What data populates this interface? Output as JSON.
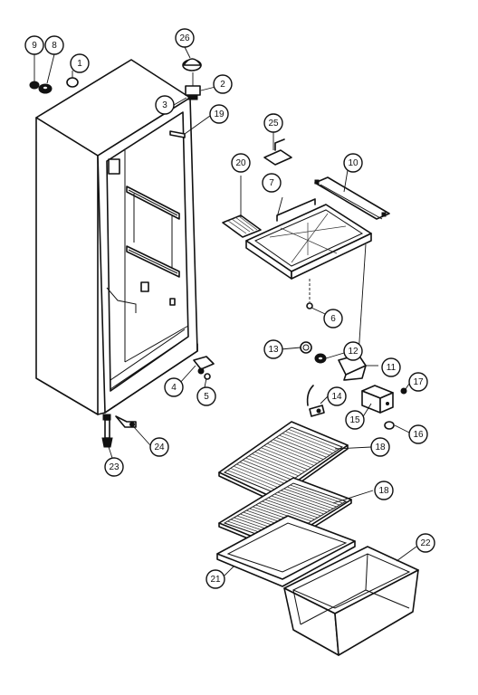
{
  "callouts": [
    {
      "id": "c1",
      "label": "1"
    },
    {
      "id": "c2",
      "label": "2"
    },
    {
      "id": "c3",
      "label": "3"
    },
    {
      "id": "c4",
      "label": "4"
    },
    {
      "id": "c5",
      "label": "5"
    },
    {
      "id": "c6",
      "label": "6"
    },
    {
      "id": "c7",
      "label": "7"
    },
    {
      "id": "c8",
      "label": "8"
    },
    {
      "id": "c9",
      "label": "9"
    },
    {
      "id": "c10",
      "label": "10"
    },
    {
      "id": "c11",
      "label": "11"
    },
    {
      "id": "c12",
      "label": "12"
    },
    {
      "id": "c13",
      "label": "13"
    },
    {
      "id": "c14",
      "label": "14"
    },
    {
      "id": "c15",
      "label": "15"
    },
    {
      "id": "c16",
      "label": "16"
    },
    {
      "id": "c17",
      "label": "17"
    },
    {
      "id": "c18a",
      "label": "18"
    },
    {
      "id": "c18b",
      "label": "18"
    },
    {
      "id": "c19",
      "label": "19"
    },
    {
      "id": "c20",
      "label": "20"
    },
    {
      "id": "c21",
      "label": "21"
    },
    {
      "id": "c22",
      "label": "22"
    },
    {
      "id": "c23",
      "label": "23"
    },
    {
      "id": "c24",
      "label": "24"
    },
    {
      "id": "c25",
      "label": "25"
    },
    {
      "id": "c26",
      "label": "26"
    }
  ]
}
